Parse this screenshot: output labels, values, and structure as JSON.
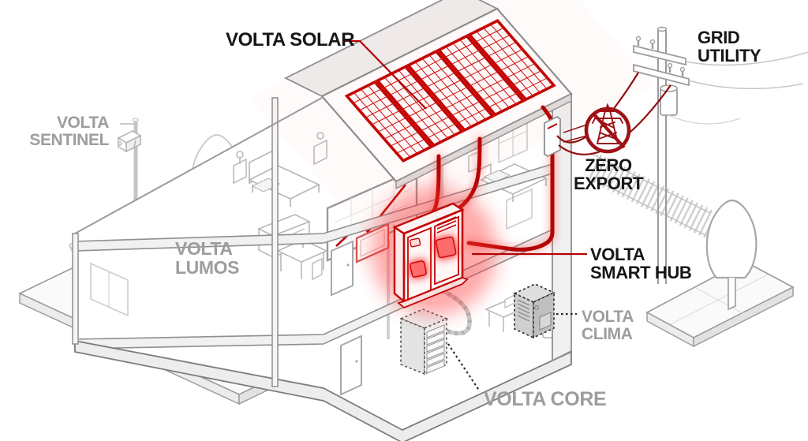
{
  "palette": {
    "accent_red": "#c40505",
    "wire_red": "#b50404",
    "badge_dark_red": "#9e1114",
    "label_black": "#161616",
    "label_gray": "#9d9d9d",
    "line_gray": "#8f8f8f",
    "line_light": "#c6c6c6",
    "glow_red": "#ff3030"
  },
  "diagram": {
    "labels": {
      "solar": {
        "line1": "VOLTA SOLAR"
      },
      "grid": {
        "line1": "GRID",
        "line2": "UTILITY"
      },
      "sentinel": {
        "line1": "VOLTA",
        "line2": "SENTINEL"
      },
      "zero_export": {
        "line1": "ZERO",
        "line2": "EXPORT"
      },
      "lumos": {
        "line1": "VOLTA",
        "line2": "LUMOS"
      },
      "smart_hub": {
        "line1": "VOLTA",
        "line2": "SMART HUB"
      },
      "clima": {
        "line1": "VOLTA",
        "line2": "CLIMA"
      },
      "core": {
        "line1": "VOLTA CORE"
      }
    },
    "icons": {
      "solar_array": "solar-panel-array-icon",
      "camera": "security-camera-icon",
      "lamp": "garden-lamp-icon",
      "badge": "no-grid-export-icon",
      "pole": "utility-pole-icon",
      "hub": "smart-hub-cabinet-icon",
      "core": "battery-rack-icon",
      "clima": "heat-pump-icon",
      "meter": "meter-box-icon",
      "tree": "tree-icon",
      "fence": "fence-icon",
      "chart": "energy-chart-icon"
    }
  }
}
